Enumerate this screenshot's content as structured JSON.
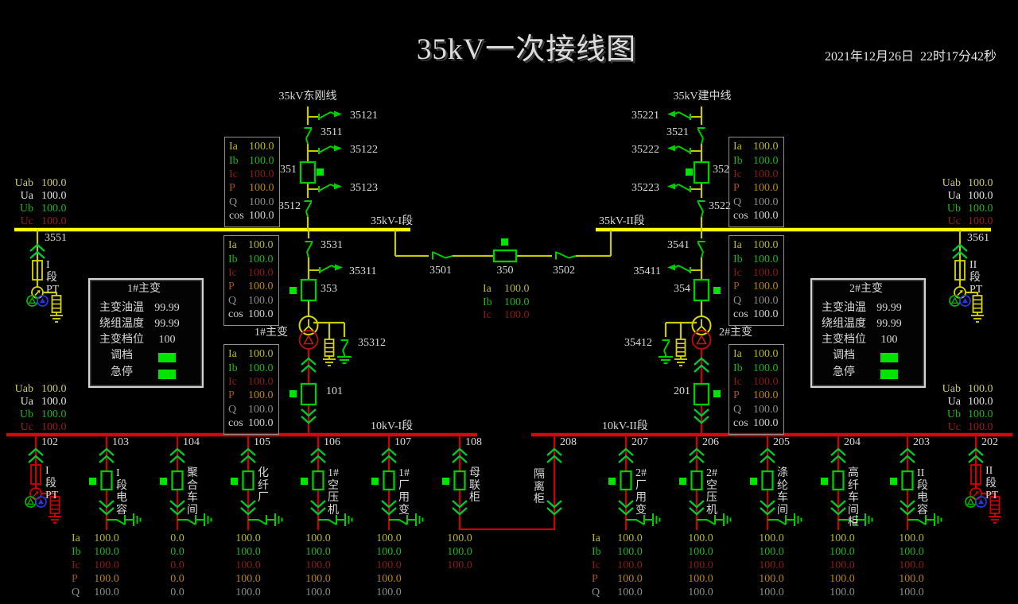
{
  "title": "35kV一次接线图",
  "timestamp": "2021年12月26日  22时17分42秒",
  "colors": {
    "background": "#000000",
    "bus_35kv": "#ffff00",
    "bus_10kv": "#dd0404",
    "device_green": "#00cd00",
    "indicator_green": "#00e400",
    "text_white": "#d9d9d9"
  },
  "buses": {
    "bus35_1_label": "35kV-I段",
    "bus35_2_label": "35kV-II段",
    "bus10_1_label": "10kV-I段",
    "bus10_2_label": "10kV-II段"
  },
  "incoming_lines": [
    {
      "name": "35kV东刚线",
      "disc_top": "35121",
      "disc_line1": "3511",
      "disc_mid": "35122",
      "breaker": "351",
      "disc_bot": "35123",
      "disc_line2": "3512"
    },
    {
      "name": "35kV建中线",
      "disc_top": "35221",
      "disc_line1": "3521",
      "disc_mid": "35222",
      "breaker": "352",
      "disc_bot": "35223",
      "disc_line2": "3522"
    }
  ],
  "bus_tie_35kv": {
    "disc1": "3501",
    "breaker": "350",
    "disc2": "3502",
    "measurements": [
      {
        "label": "Ia",
        "value": "100.0"
      },
      {
        "label": "Ib",
        "value": "100.0"
      },
      {
        "label": "Ic",
        "value": "100.0"
      }
    ]
  },
  "meter_panels": [
    {
      "id": "line1-35kv",
      "rows": [
        {
          "label": "Ia",
          "value": "100.0"
        },
        {
          "label": "Ib",
          "value": "100.0"
        },
        {
          "label": "Ic",
          "value": "100.0"
        },
        {
          "label": "P",
          "value": "100.0"
        },
        {
          "label": "Q",
          "value": "100.0"
        },
        {
          "label": "cos",
          "value": "100.0"
        }
      ]
    },
    {
      "id": "xfmr1-35kv",
      "rows": [
        {
          "label": "Ia",
          "value": "100.0"
        },
        {
          "label": "Ib",
          "value": "100.0"
        },
        {
          "label": "Ic",
          "value": "100.0"
        },
        {
          "label": "P",
          "value": "100.0"
        },
        {
          "label": "Q",
          "value": "100.0"
        },
        {
          "label": "cos",
          "value": "100.0"
        }
      ]
    },
    {
      "id": "xfmr1-10kv",
      "rows": [
        {
          "label": "Ia",
          "value": "100.0"
        },
        {
          "label": "Ib",
          "value": "100.0"
        },
        {
          "label": "Ic",
          "value": "100.0"
        },
        {
          "label": "P",
          "value": "100.0"
        },
        {
          "label": "Q",
          "value": "100.0"
        },
        {
          "label": "cos",
          "value": "100.0"
        }
      ]
    },
    {
      "id": "line2-35kv",
      "rows": [
        {
          "label": "Ia",
          "value": "100.0"
        },
        {
          "label": "Ib",
          "value": "100.0"
        },
        {
          "label": "Ic",
          "value": "100.0"
        },
        {
          "label": "P",
          "value": "100.0"
        },
        {
          "label": "Q",
          "value": "100.0"
        },
        {
          "label": "cos",
          "value": "100.0"
        }
      ]
    },
    {
      "id": "xfmr2-35kv",
      "rows": [
        {
          "label": "Ia",
          "value": "100.0"
        },
        {
          "label": "Ib",
          "value": "100.0"
        },
        {
          "label": "Ic",
          "value": "100.0"
        },
        {
          "label": "P",
          "value": "100.0"
        },
        {
          "label": "Q",
          "value": "100.0"
        },
        {
          "label": "cos",
          "value": "100.0"
        }
      ]
    },
    {
      "id": "xfmr2-10kv",
      "rows": [
        {
          "label": "Ia",
          "value": "100.0"
        },
        {
          "label": "Ib",
          "value": "100.0"
        },
        {
          "label": "Ic",
          "value": "100.0"
        },
        {
          "label": "P",
          "value": "100.0"
        },
        {
          "label": "Q",
          "value": "100.0"
        },
        {
          "label": "cos",
          "value": "100.0"
        }
      ]
    }
  ],
  "voltage_blocks": [
    {
      "id": "bus35-1",
      "rows": [
        {
          "label": "Uab",
          "value": "100.0"
        },
        {
          "label": "Ua",
          "value": "100.0"
        },
        {
          "label": "Ub",
          "value": "100.0"
        },
        {
          "label": "Uc",
          "value": "100.0"
        }
      ]
    },
    {
      "id": "bus10-1",
      "rows": [
        {
          "label": "Uab",
          "value": "100.0"
        },
        {
          "label": "Ua",
          "value": "100.0"
        },
        {
          "label": "Ub",
          "value": "100.0"
        },
        {
          "label": "Uc",
          "value": "100.0"
        }
      ]
    },
    {
      "id": "bus35-2",
      "rows": [
        {
          "label": "Uab",
          "value": "100.0"
        },
        {
          "label": "Ua",
          "value": "100.0"
        },
        {
          "label": "Ub",
          "value": "100.0"
        },
        {
          "label": "Uc",
          "value": "100.0"
        }
      ]
    },
    {
      "id": "bus10-2",
      "rows": [
        {
          "label": "Uab",
          "value": "100.0"
        },
        {
          "label": "Ua",
          "value": "100.0"
        },
        {
          "label": "Ub",
          "value": "100.0"
        },
        {
          "label": "Uc",
          "value": "100.0"
        }
      ]
    }
  ],
  "transformers": [
    {
      "name": "1#主变",
      "disc": "3531",
      "branch": "35311",
      "breaker35": "353",
      "ground_switch": "35312",
      "breaker10": "101",
      "info": {
        "title": "1#主变",
        "rows": [
          {
            "label": "主变油温",
            "value": "99.99"
          },
          {
            "label": "绕组温度",
            "value": "99.99"
          },
          {
            "label": "主变档位",
            "value": "100"
          }
        ],
        "buttons": [
          {
            "label": "调档"
          },
          {
            "label": "急停"
          }
        ]
      }
    },
    {
      "name": "2#主变",
      "disc": "3541",
      "branch": "35411",
      "breaker35": "354",
      "ground_switch": "35412",
      "breaker10": "201",
      "info": {
        "title": "2#主变",
        "rows": [
          {
            "label": "主变油温",
            "value": "99.99"
          },
          {
            "label": "绕组温度",
            "value": "99.99"
          },
          {
            "label": "主变档位",
            "value": "100"
          }
        ],
        "buttons": [
          {
            "label": "调档"
          },
          {
            "label": "急停"
          }
        ]
      }
    }
  ],
  "pt_35kv": [
    {
      "disc": "3551",
      "name": "I段PT"
    },
    {
      "disc": "3561",
      "name": "II段PT"
    }
  ],
  "feeders": {
    "left": [
      {
        "num": "102",
        "name": "I段PT"
      },
      {
        "num": "103",
        "name": "I段电容"
      },
      {
        "num": "104",
        "name": "聚合车间"
      },
      {
        "num": "105",
        "name": "化纤厂"
      },
      {
        "num": "106",
        "name": "1#空压机"
      },
      {
        "num": "107",
        "name": "1#厂用变"
      },
      {
        "num": "108",
        "name": "母联柜"
      }
    ],
    "right": [
      {
        "num": "208",
        "name": "隔离柜"
      },
      {
        "num": "207",
        "name": "2#厂用变"
      },
      {
        "num": "206",
        "name": "2#空压机"
      },
      {
        "num": "205",
        "name": "涤纶车间"
      },
      {
        "num": "204",
        "name": "高纤车间柜"
      },
      {
        "num": "203",
        "name": "II段电容"
      },
      {
        "num": "202",
        "name": "II段PT"
      }
    ]
  },
  "feeder_tables": {
    "row_labels": [
      "Ia",
      "Ib",
      "Ic",
      "P",
      "Q"
    ],
    "left": [
      {
        "feeder": "103",
        "values": [
          "100.0",
          "100.0",
          "100.0",
          "100.0",
          "100.0"
        ]
      },
      {
        "feeder": "104",
        "values": [
          "0.0",
          "0.0",
          "0.0",
          "0.0",
          "0.0"
        ]
      },
      {
        "feeder": "105",
        "values": [
          "100.0",
          "100.0",
          "100.0",
          "100.0",
          "100.0"
        ]
      },
      {
        "feeder": "106",
        "values": [
          "100.0",
          "100.0",
          "100.0",
          "100.0",
          "100.0"
        ]
      },
      {
        "feeder": "107",
        "values": [
          "100.0",
          "100.0",
          "100.0",
          "100.0",
          "100.0"
        ]
      },
      {
        "feeder": "108",
        "values": [
          "100.0",
          "100.0",
          "100.0"
        ]
      }
    ],
    "right": [
      {
        "feeder": "207",
        "values": [
          "100.0",
          "100.0",
          "100.0",
          "100.0",
          "100.0"
        ]
      },
      {
        "feeder": "206",
        "values": [
          "100.0",
          "100.0",
          "100.0",
          "100.0",
          "100.0"
        ]
      },
      {
        "feeder": "205",
        "values": [
          "100.0",
          "100.0",
          "100.0",
          "100.0",
          "100.0"
        ]
      },
      {
        "feeder": "204",
        "values": [
          "100.0",
          "100.0",
          "100.0",
          "100.0",
          "100.0"
        ]
      },
      {
        "feeder": "203",
        "values": [
          "100.0",
          "100.0",
          "100.0",
          "100.0",
          "100.0"
        ]
      }
    ]
  }
}
